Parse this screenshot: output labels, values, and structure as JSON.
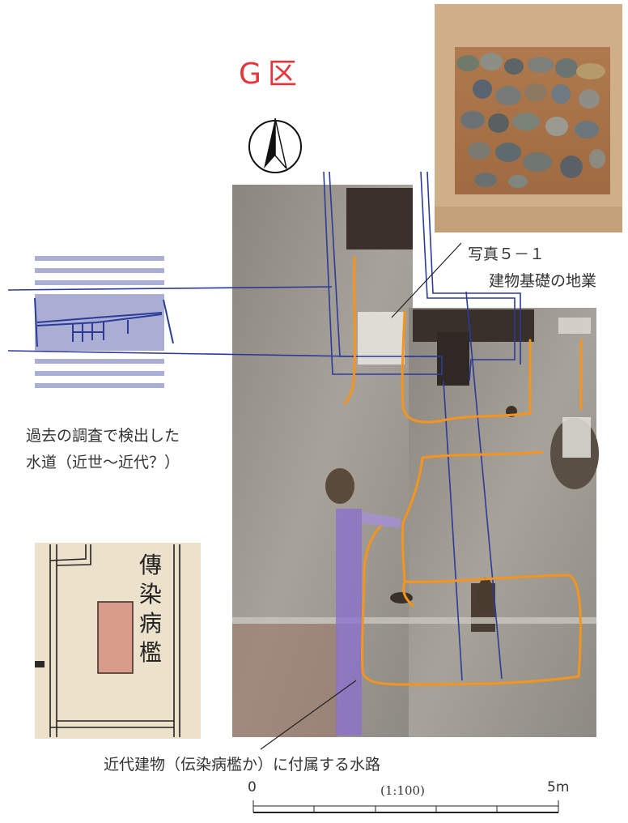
{
  "title": "G区",
  "photo_caption": {
    "line1": "写真５－１",
    "line2": "建物基礎の地業"
  },
  "past_survey_caption": {
    "line1": "過去の調査で検出した",
    "line2": "水道（近世～近代？）"
  },
  "channel_caption": "近代建物（伝染病檻か）に付属する水路",
  "map_label": "傳染病檻",
  "scale": {
    "start": "0",
    "end": "5m",
    "ratio": "(1:100)"
  },
  "icons": [
    "north-arrow-icon"
  ],
  "colors": {
    "title": "#e8343a",
    "building_outline": "#f5941e",
    "waterway": "#2c3a9a",
    "purple_channel": "#8a6fd0",
    "past_survey_fill": "#a9aed2"
  }
}
